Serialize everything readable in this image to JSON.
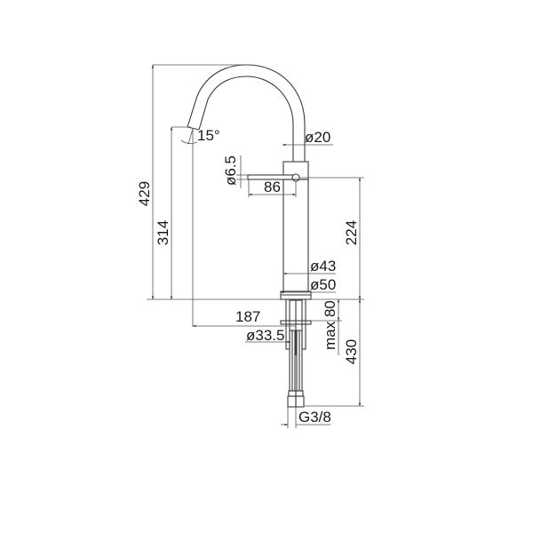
{
  "diagram": {
    "subject": "faucet dimension drawing",
    "colors": {
      "line": "#3a3a3a",
      "dimension": "#555555",
      "text": "#1a1a1a",
      "background": "#ffffff"
    },
    "dimensions": {
      "total_height": "429",
      "spout_height": "314",
      "spout_angle": "15°",
      "spout_tube_diameter": "ø20",
      "lever_diameter": "ø6.5",
      "lever_length": "86",
      "body_height": "224",
      "body_diameter": "ø43",
      "base_diameter": "ø50",
      "spout_reach": "187",
      "max_deck_thickness": "max 80",
      "hole_diameter": "ø33.5",
      "hose_length": "430",
      "thread": "G3/8"
    }
  }
}
